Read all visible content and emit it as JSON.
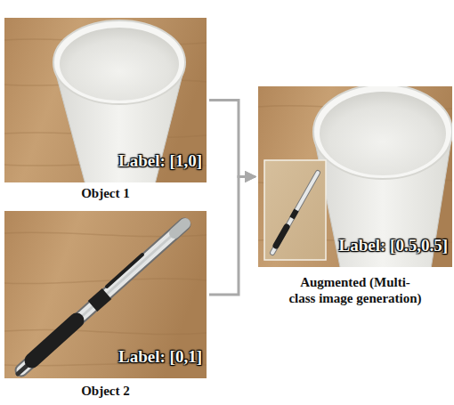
{
  "diagram": {
    "nodes": [
      {
        "text": [
          "Label: [1,0]",
          "Object 1"
        ]
      },
      {
        "text": [
          "Label: [0,1]",
          "Object 2"
        ]
      },
      {
        "text": [
          "Label: [0.5,0.5]",
          "Augmented (Multi-class image generation)"
        ]
      }
    ],
    "edges": [
      {
        "from": 0,
        "to": 2,
        "arrow": "to"
      },
      {
        "from": 1,
        "to": 2,
        "arrow": "to"
      }
    ]
  }
}
